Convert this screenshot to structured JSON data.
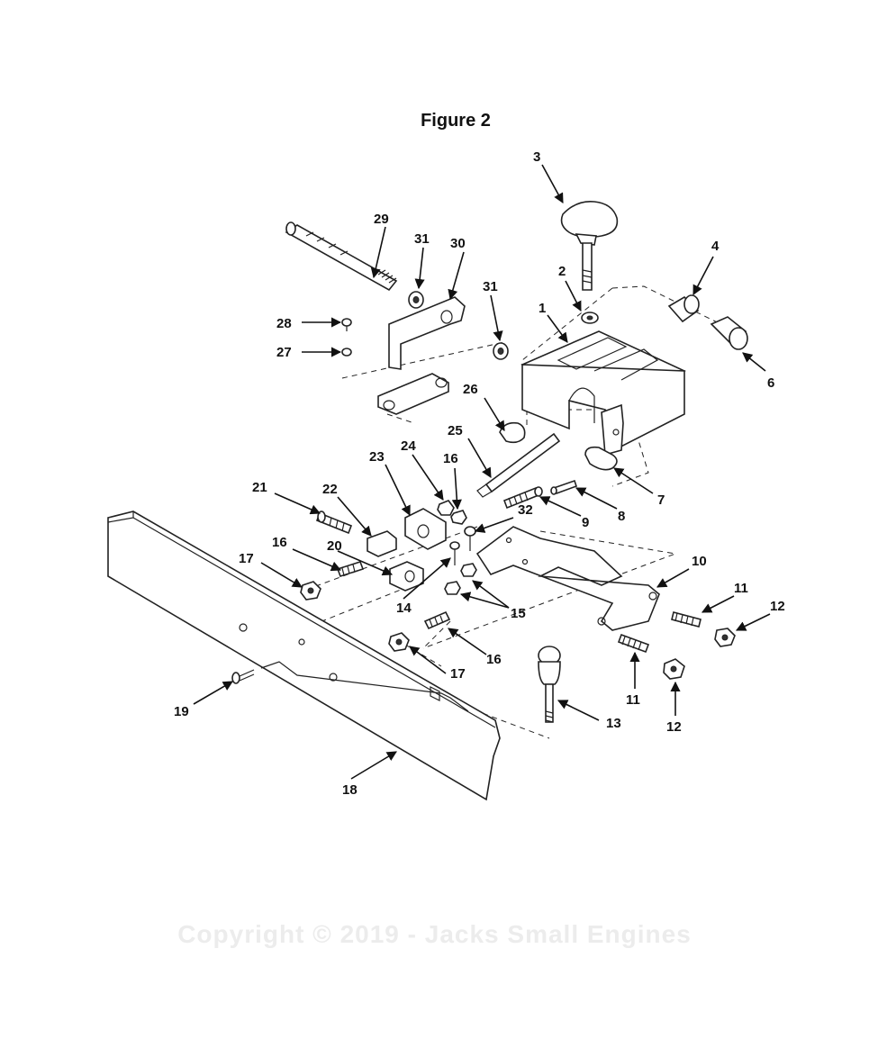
{
  "figure": {
    "title": "Figure 2"
  },
  "callouts": [
    "1",
    "2",
    "3",
    "4",
    "6",
    "7",
    "8",
    "9",
    "10",
    "11",
    "11",
    "12",
    "12",
    "13",
    "14",
    "15",
    "16",
    "16",
    "16",
    "17",
    "17",
    "18",
    "19",
    "20",
    "21",
    "22",
    "23",
    "24",
    "25",
    "26",
    "27",
    "28",
    "29",
    "30",
    "31",
    "31",
    "32"
  ],
  "watermark": {
    "logo_text": "Jacks",
    "logo_subtext": "SMALL ENGINES",
    "copyright": "Copyright © 2019 - Jacks Small Engines"
  }
}
